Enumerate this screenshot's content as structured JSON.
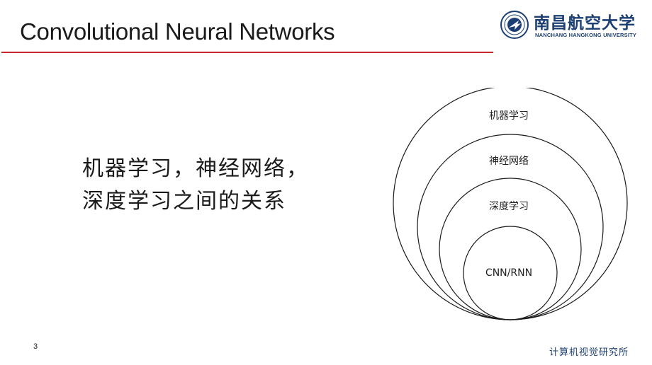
{
  "slide": {
    "title": "Convolutional Neural Networks",
    "main_text": [
      "机器学习，神经网络，",
      "深度学习之间的关系"
    ],
    "page_number": "3",
    "footer": "计算机视觉研究所"
  },
  "logo": {
    "name": "南昌航空大学",
    "english_name": "NANCHANG HANGKONG UNIVERSITY"
  },
  "diagram": {
    "type": "nested-circles",
    "levels": [
      {
        "label": "机器学习"
      },
      {
        "label": "神经网络"
      },
      {
        "label": "深度学习"
      },
      {
        "label": "CNN/RNN"
      }
    ]
  },
  "colors": {
    "title_rule": "#c8282b",
    "brand_blue": "#1b3f73",
    "stroke": "#1a1a1a"
  }
}
